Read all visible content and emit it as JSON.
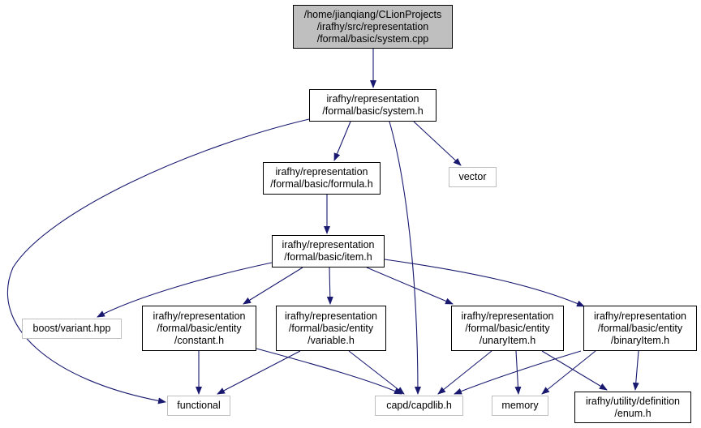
{
  "nodes": [
    {
      "id": "system_cpp",
      "label": "/home/jianqiang/CLionProjects\n/irafhy/src/representation\n/formal/basic/system.cpp",
      "kind": "root"
    },
    {
      "id": "system_h",
      "label": "irafhy/representation\n/formal/basic/system.h",
      "kind": "internal"
    },
    {
      "id": "formula_h",
      "label": "irafhy/representation\n/formal/basic/formula.h",
      "kind": "internal"
    },
    {
      "id": "vector",
      "label": "vector",
      "kind": "external"
    },
    {
      "id": "item_h",
      "label": "irafhy/representation\n/formal/basic/item.h",
      "kind": "internal"
    },
    {
      "id": "boost_variant",
      "label": "boost/variant.hpp",
      "kind": "external"
    },
    {
      "id": "constant_h",
      "label": "irafhy/representation\n/formal/basic/entity\n/constant.h",
      "kind": "internal"
    },
    {
      "id": "variable_h",
      "label": "irafhy/representation\n/formal/basic/entity\n/variable.h",
      "kind": "internal"
    },
    {
      "id": "unaryItem_h",
      "label": "irafhy/representation\n/formal/basic/entity\n/unaryItem.h",
      "kind": "internal"
    },
    {
      "id": "binaryItem_h",
      "label": "irafhy/representation\n/formal/basic/entity\n/binaryItem.h",
      "kind": "internal"
    },
    {
      "id": "functional",
      "label": "functional",
      "kind": "external"
    },
    {
      "id": "capdlib_h",
      "label": "capd/capdlib.h",
      "kind": "external"
    },
    {
      "id": "memory",
      "label": "memory",
      "kind": "external"
    },
    {
      "id": "enum_h",
      "label": "irafhy/utility/definition\n/enum.h",
      "kind": "internal"
    }
  ],
  "edges": [
    {
      "from": "system_cpp",
      "to": "system_h"
    },
    {
      "from": "system_h",
      "to": "formula_h"
    },
    {
      "from": "system_h",
      "to": "vector"
    },
    {
      "from": "system_h",
      "to": "functional"
    },
    {
      "from": "system_h",
      "to": "capdlib_h"
    },
    {
      "from": "formula_h",
      "to": "item_h"
    },
    {
      "from": "item_h",
      "to": "boost_variant"
    },
    {
      "from": "item_h",
      "to": "constant_h"
    },
    {
      "from": "item_h",
      "to": "variable_h"
    },
    {
      "from": "item_h",
      "to": "unaryItem_h"
    },
    {
      "from": "item_h",
      "to": "binaryItem_h"
    },
    {
      "from": "constant_h",
      "to": "functional"
    },
    {
      "from": "constant_h",
      "to": "capdlib_h"
    },
    {
      "from": "variable_h",
      "to": "functional"
    },
    {
      "from": "variable_h",
      "to": "capdlib_h"
    },
    {
      "from": "unaryItem_h",
      "to": "capdlib_h"
    },
    {
      "from": "unaryItem_h",
      "to": "memory"
    },
    {
      "from": "unaryItem_h",
      "to": "enum_h"
    },
    {
      "from": "binaryItem_h",
      "to": "capdlib_h"
    },
    {
      "from": "binaryItem_h",
      "to": "memory"
    },
    {
      "from": "binaryItem_h",
      "to": "enum_h"
    }
  ],
  "colors": {
    "edge": "#191970",
    "root_fill": "#bfbfbf",
    "node_border": "#000000",
    "external_border": "#bfbfbf"
  }
}
